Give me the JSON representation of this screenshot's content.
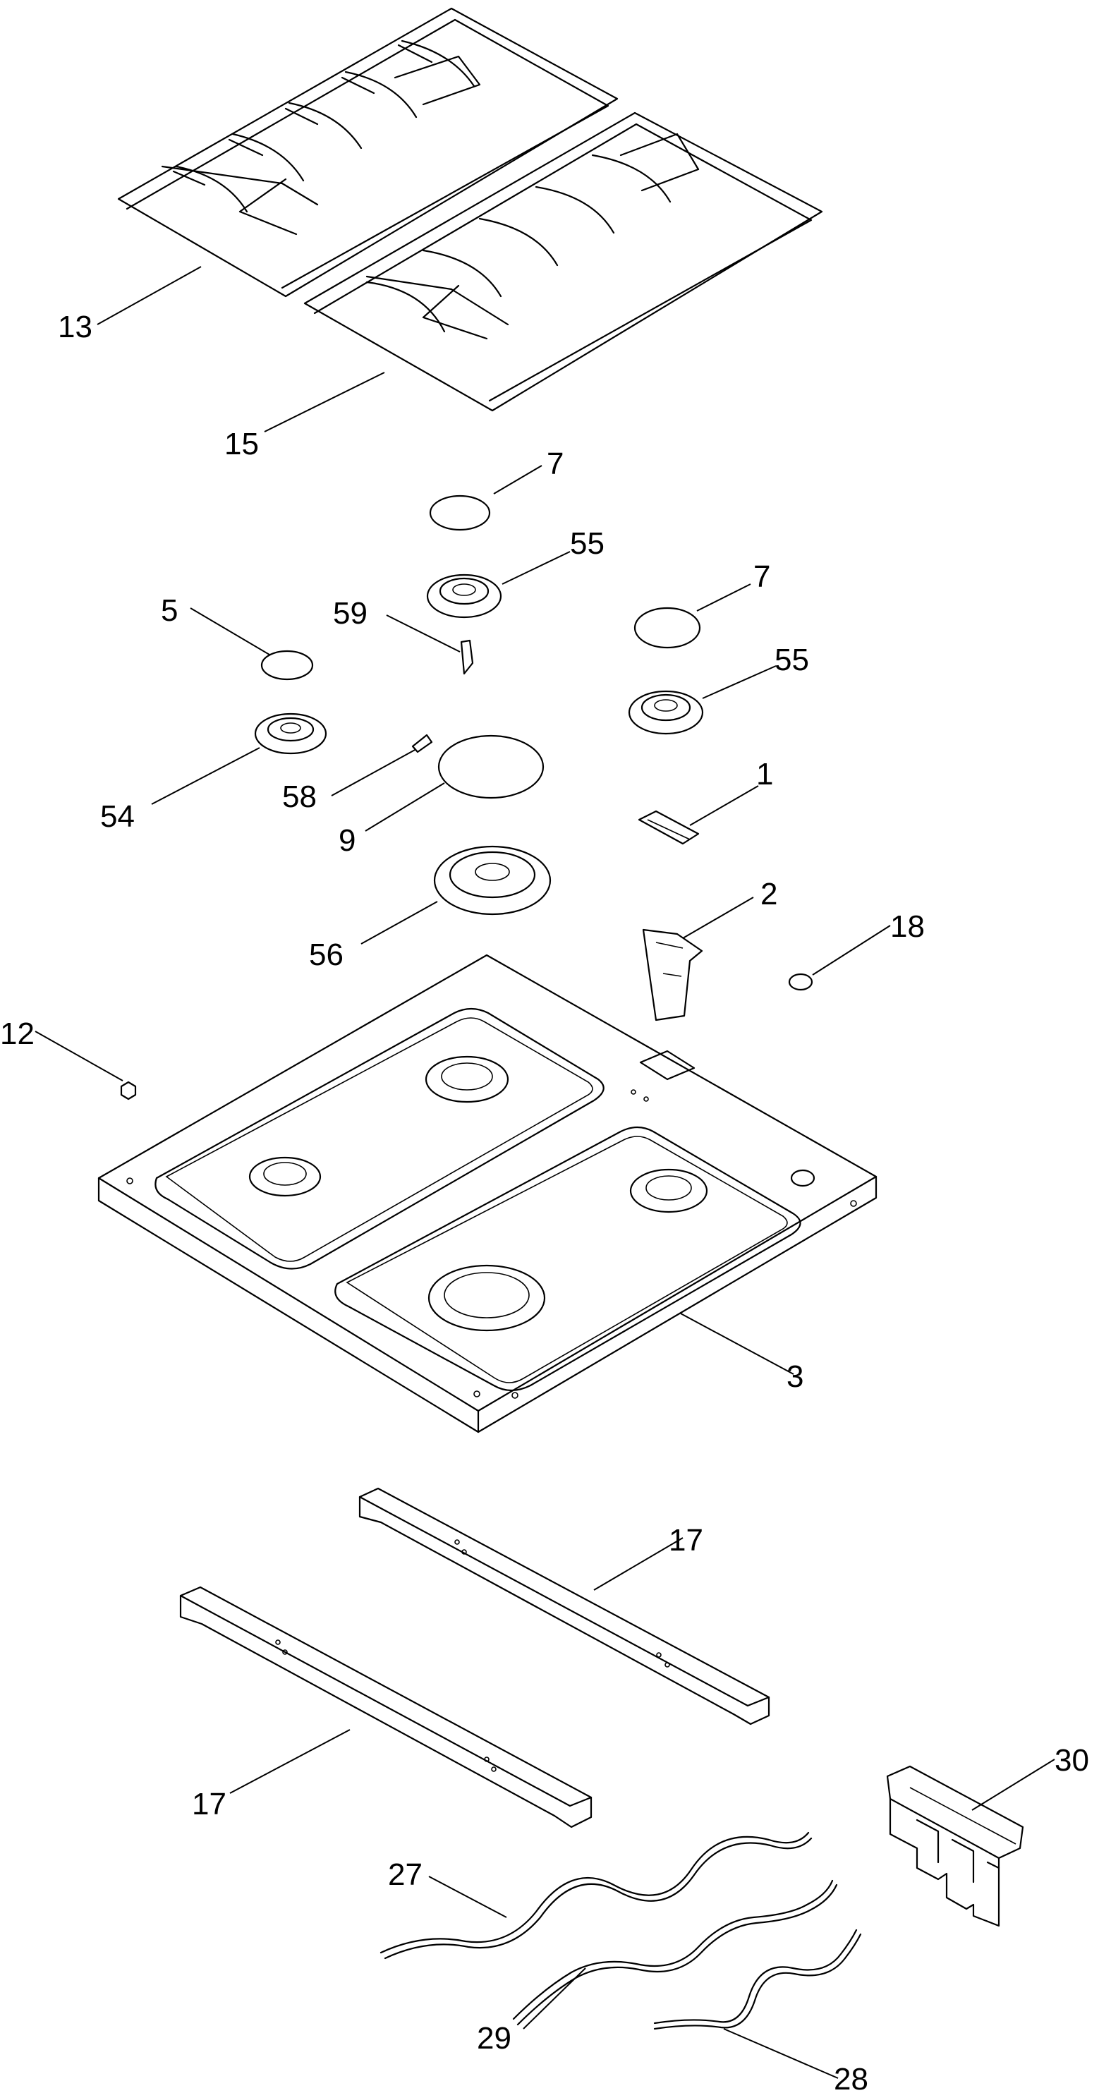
{
  "labels": {
    "grid_left": "13",
    "grid_right": "15",
    "cap_top": "7",
    "burner_top": "55",
    "cap_small": "5",
    "electrode": "59",
    "cap_right": "7",
    "burner_right": "55",
    "burner_small": "54",
    "thermo": "58",
    "cap_large": "9",
    "bracket_1": "1",
    "burner_large": "56",
    "bracket_2": "2",
    "plug": "18",
    "screw": "12",
    "hob": "3",
    "rail_top": "17",
    "rail_bottom": "17",
    "switch": "30",
    "wire_27": "27",
    "wire_29": "29",
    "wire_28": "28"
  }
}
